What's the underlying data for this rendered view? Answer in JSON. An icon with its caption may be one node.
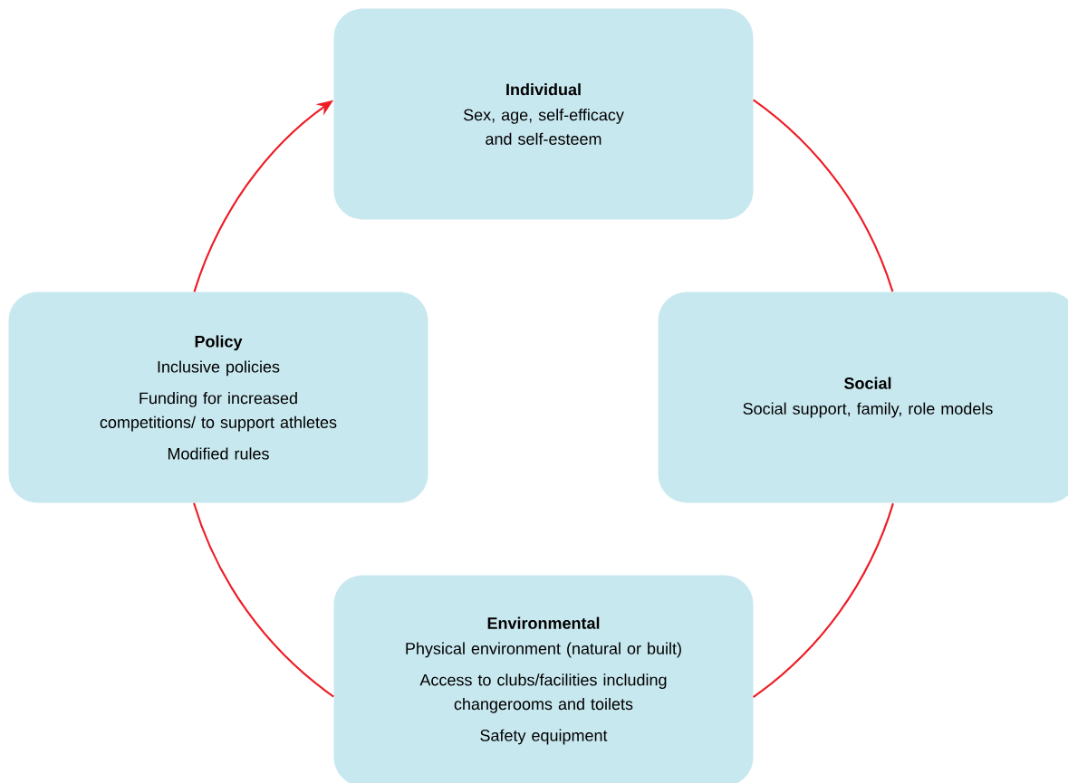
{
  "diagram": {
    "nodes": [
      {
        "text": [
          "Individual",
          "Sex, age, self-efficacy and self-esteem"
        ]
      },
      {
        "text": [
          "Policy",
          "Inclusive policies",
          "Funding for increased competitions/ to support athletes",
          "Modified rules"
        ]
      },
      {
        "text": [
          "Social",
          "Social support, family, role models"
        ]
      },
      {
        "text": [
          "Environmental",
          "Physical environment (natural or built)",
          "Access to clubs/facilities including changerooms and toilets",
          "Safety equipment"
        ]
      }
    ],
    "edges": [
      {
        "from": 1,
        "to": 0,
        "arrow": "to"
      },
      {
        "from": 0,
        "to": 2,
        "arrow": "none"
      },
      {
        "from": 2,
        "to": 3,
        "arrow": "none"
      },
      {
        "from": 3,
        "to": 1,
        "arrow": "none"
      }
    ]
  }
}
